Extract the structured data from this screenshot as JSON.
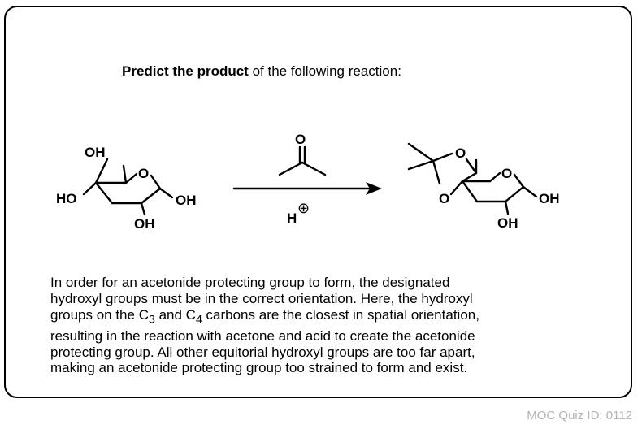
{
  "question": {
    "prompt_bold": "Predict the product",
    "prompt_rest": " of the following reaction:"
  },
  "scheme": {
    "reactant_labels": [
      "OH",
      "O",
      "HO",
      "OH",
      "OH"
    ],
    "reagent_above": "O",
    "reagent_below_label": "H",
    "reagent_below_charge": "⊕",
    "product_labels": [
      "O",
      "O",
      "O",
      "OH",
      "OH"
    ]
  },
  "explanation": {
    "line1": "In order for an acetonide protecting group to form, the designated",
    "line2": "hydroxyl groups must be in the correct orientation.  Here, the hydroxyl",
    "line3_pre": "groups on the C",
    "line3_sub1": "3",
    "line3_mid": " and C",
    "line3_sub2": "4",
    "line3_post": " carbons are the closest in spatial orientation,",
    "line4": "resulting in the reaction with acetone and acid to create the acetonide",
    "line5": "protecting group.  All other equitorial hydroxyl groups are too far apart,",
    "line6": "making an acetonide protecting group too strained to form and exist."
  },
  "footer": {
    "quiz_id": "MOC Quiz ID: 0112"
  }
}
